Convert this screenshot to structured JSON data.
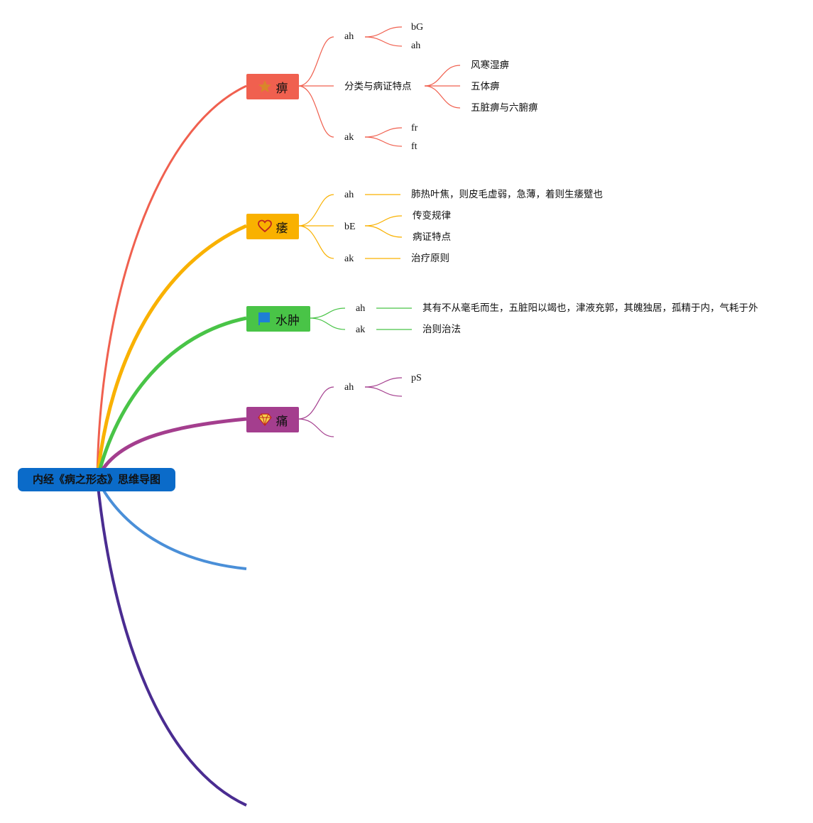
{
  "root": {
    "label": "内经《病之形态》思维导图"
  },
  "colors": {
    "root": "#0B6BC9",
    "bi": "#F0604F",
    "wei": "#F9B100",
    "shuizhong": "#49C447",
    "tong": "#A43E8E",
    "branch5": "#4A8FD8",
    "branch6": "#4A2C91"
  },
  "topics": {
    "bi": {
      "label": "痹",
      "icon": "star-icon"
    },
    "wei": {
      "label": "痿",
      "icon": "heart-icon"
    },
    "shuizhong": {
      "label": "水肿",
      "icon": "flag-icon"
    },
    "tong": {
      "label": "痛",
      "icon": "diamond-icon"
    }
  },
  "bi": {
    "ah": "ah",
    "ah_children": [
      "bG",
      "ah"
    ],
    "fenlei": "分类与病证特点",
    "fenlei_children": [
      "风寒湿痹",
      "五体痹",
      "五脏痹与六腑痹"
    ],
    "ak": "ak",
    "ak_children": [
      "fr",
      "ft"
    ]
  },
  "wei": {
    "ah": "ah",
    "ah_child": "肺热叶焦，则皮毛虚弱，急薄，着则生痿躄也",
    "bE": "bE",
    "bE_children": [
      "传变规律",
      "病证特点"
    ],
    "ak": "ak",
    "ak_child": "治疗原则"
  },
  "shuizhong": {
    "ah": "ah",
    "ah_child": "其有不从毫毛而生，五脏阳以竭也，津液充郭，其魄独居，孤精于内，气耗于外",
    "ak": "ak",
    "ak_child": "治则治法"
  },
  "tong": {
    "ah": "ah",
    "ah_child": "pS"
  }
}
